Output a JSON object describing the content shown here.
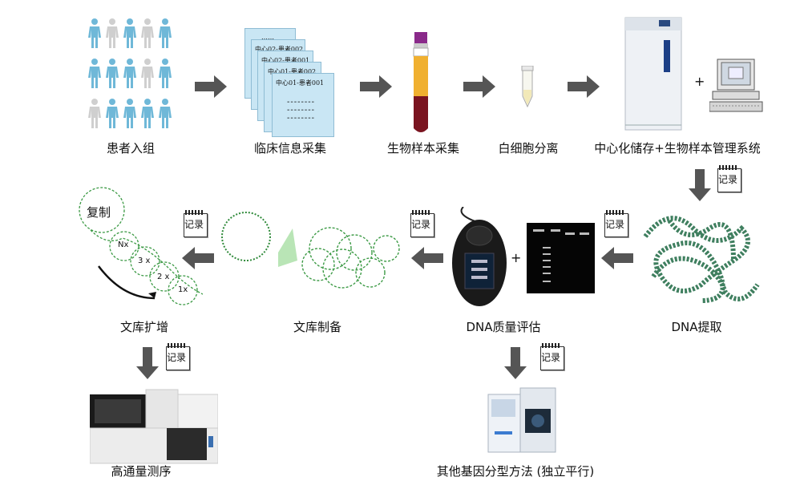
{
  "steps": {
    "patients": "患者入组",
    "clinical_info": "临床信息采集",
    "bio_sample": "生物样本采集",
    "wbc_separation": "白细胞分离",
    "central_storage": "中心化储存+生物样本管理系统",
    "dna_extraction": "DNA提取",
    "dna_qc": "DNA质量评估",
    "library_prep": "文库制备",
    "library_amp": "文库扩增",
    "ngs": "高通量测序",
    "other_genotyping": "其他基因分型方法 (独立平行)"
  },
  "record_label": "记录",
  "replicate_label": "复制",
  "plus": "+",
  "doc_labels": [
    "……",
    "中心02-患者002",
    "中心02-患者001",
    "中心01-患者002",
    "中心01-患者001"
  ],
  "doc_lines": "--------",
  "cycle_labels": [
    "Nx",
    "3 x",
    "2 x",
    "1x"
  ],
  "colors": {
    "figure_blue": "#6fb8d8",
    "arrow_gray": "#555555",
    "dna_green": "#3f7f5f",
    "tube_red": "#7a1420",
    "tube_yellow": "#f0b030"
  }
}
